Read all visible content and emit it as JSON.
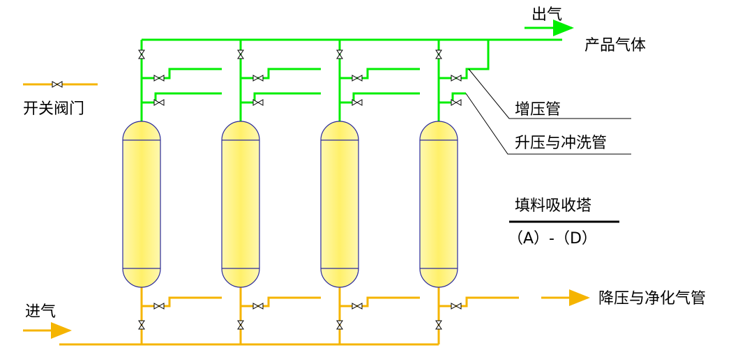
{
  "labels": {
    "outlet": "出气",
    "product_gas": "产品气体",
    "switch_valve": "开关阀门",
    "boost_pipe": "增压管",
    "pressurize_flush_pipe": "升压与冲洗管",
    "packed_tower": "填料吸收塔",
    "tower_range": "（A）-（D）",
    "inlet": "进气",
    "depressurize_purify_pipe": "降压与净化气管"
  },
  "colors": {
    "product_line": "#00ee00",
    "feed_line": "#f5b400",
    "tower_fill": "#fff48a",
    "tower_outline": "#2a2a9a",
    "text": "#000000"
  },
  "towers": [
    {
      "id": "A"
    },
    {
      "id": "B"
    },
    {
      "id": "C"
    },
    {
      "id": "D"
    }
  ]
}
